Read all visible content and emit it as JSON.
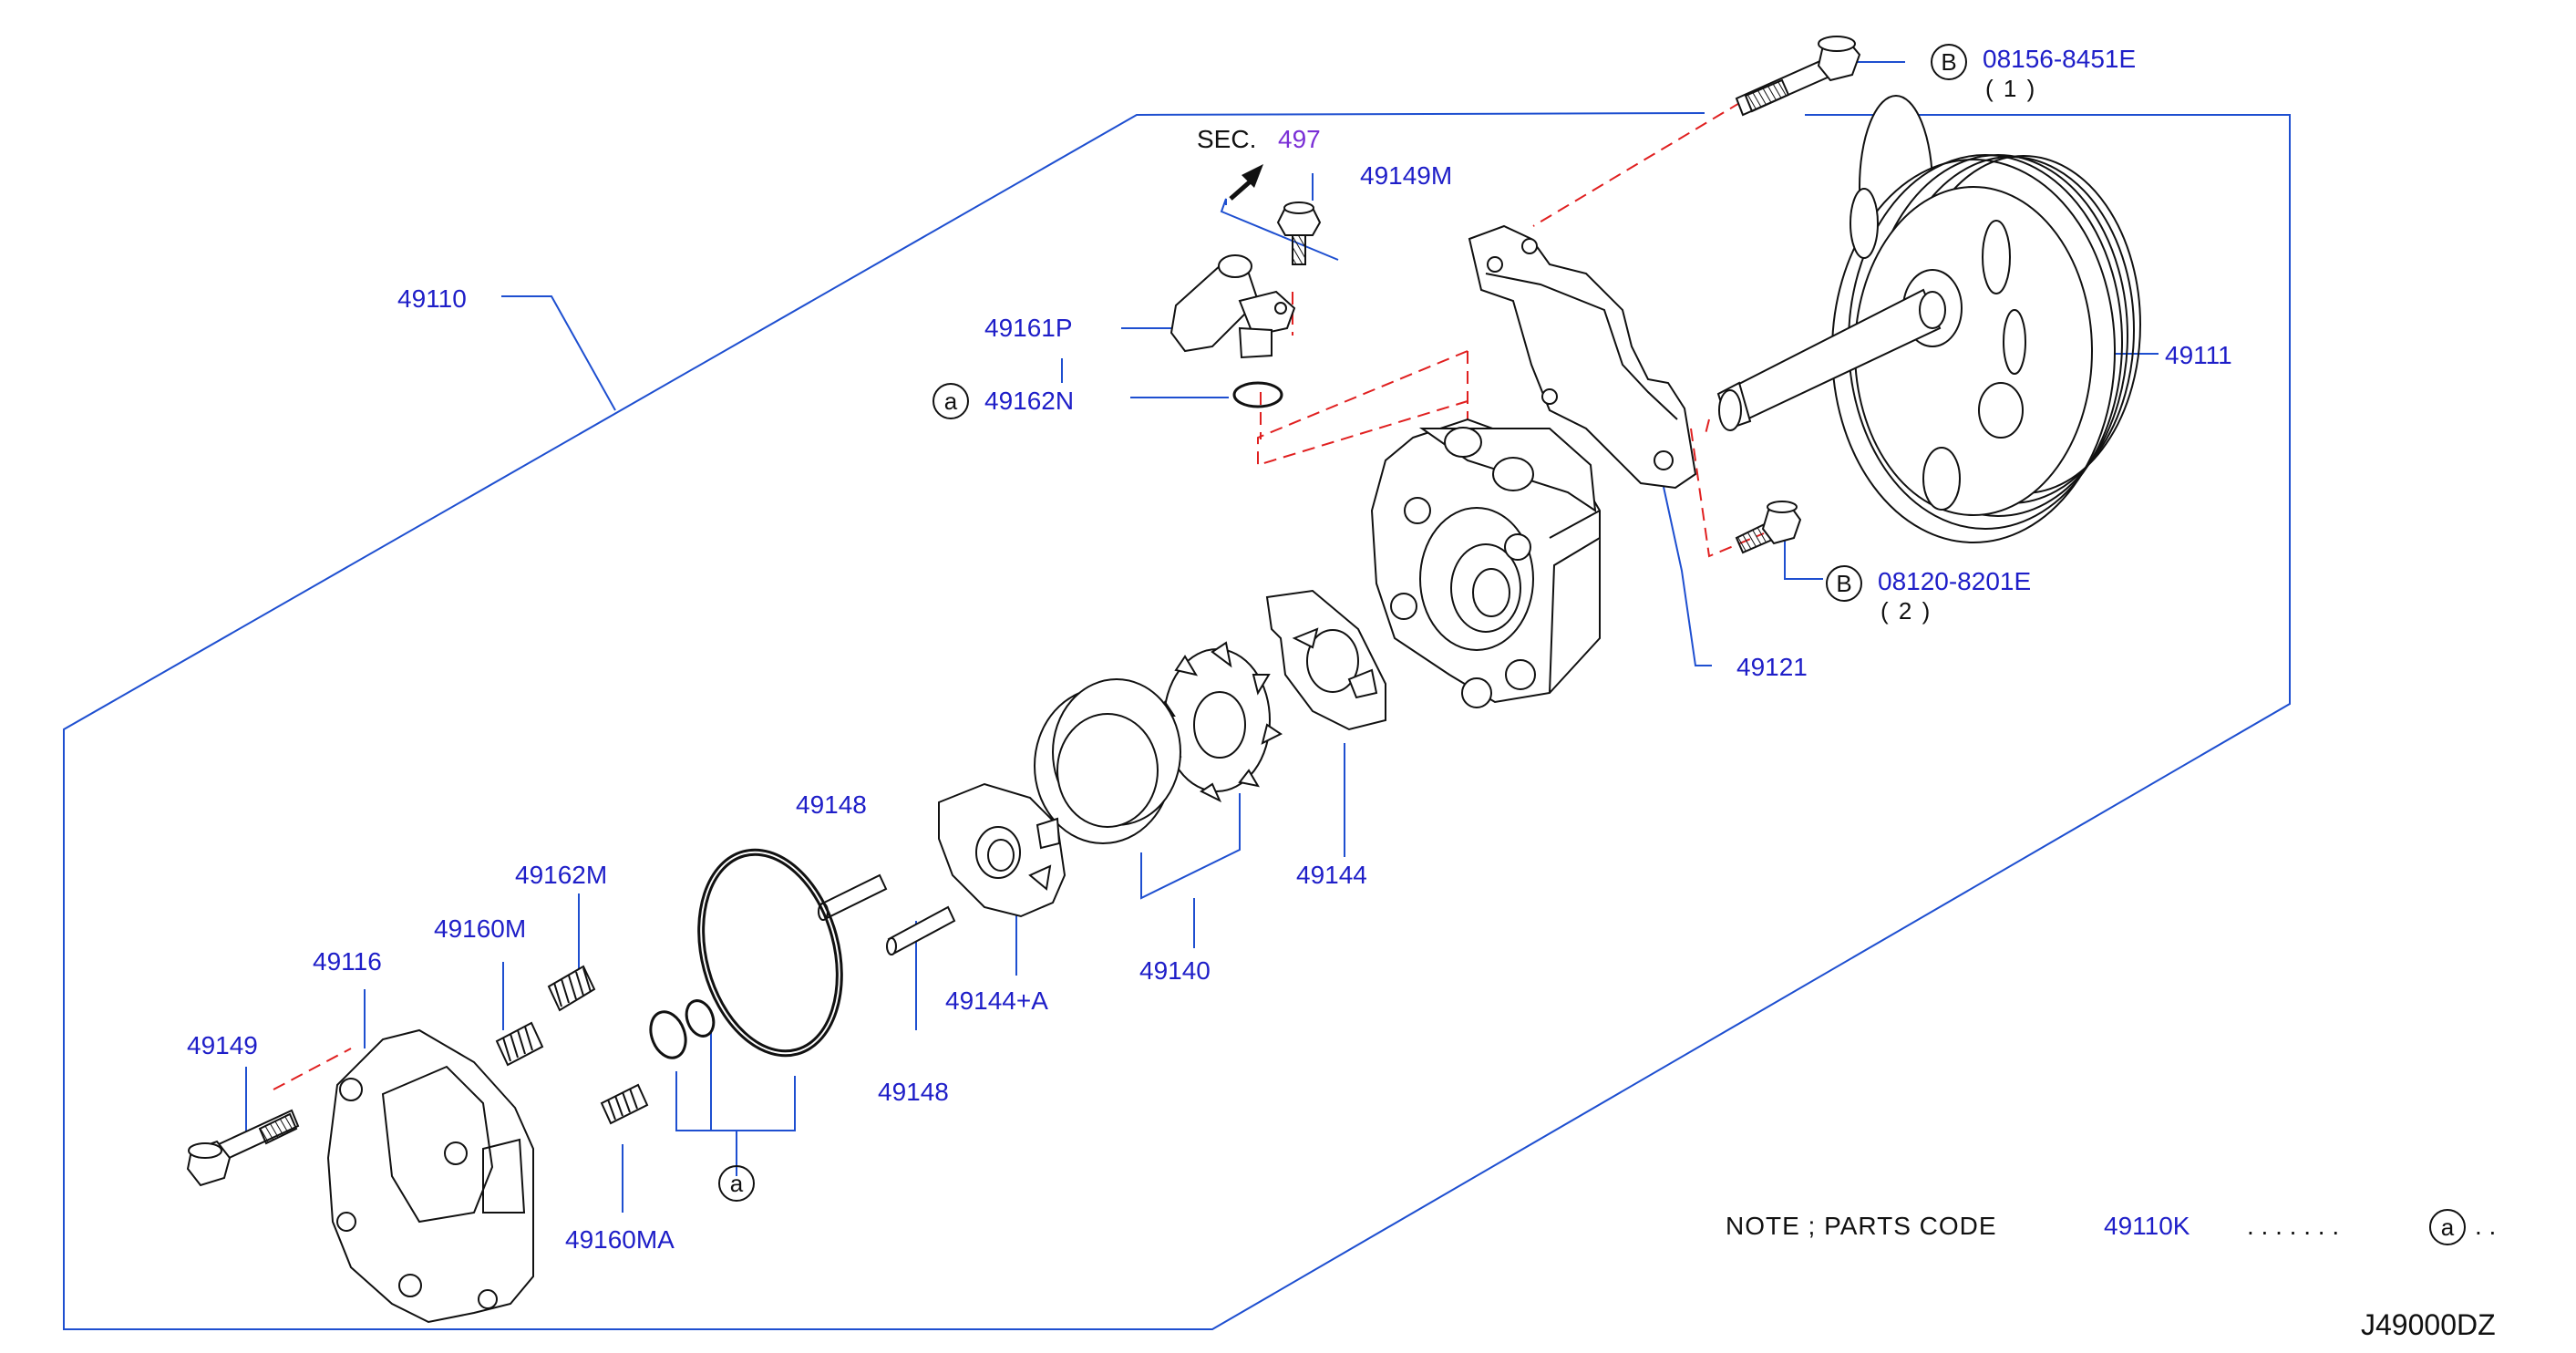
{
  "diagram_code": "J49000DZ",
  "section_ref": {
    "prefix": "SEC.",
    "number": "497"
  },
  "parts": {
    "p49110": "49110",
    "p49111": "49111",
    "p49121": "49121",
    "p49140": "49140",
    "p49144": "49144",
    "p49144a": "49144+A",
    "p49148_top": "49148",
    "p49148_bottom": "49148",
    "p49149": "49149",
    "p49149m": "49149M",
    "p49116": "49116",
    "p49160m": "49160M",
    "p49160ma": "49160MA",
    "p49161p": "49161P",
    "p49162n": "49162N",
    "p49162m": "49162M"
  },
  "bolts": {
    "top": {
      "marker": "B",
      "code": "08156-8451E",
      "qty": "( 1 )"
    },
    "mid": {
      "marker": "B",
      "code": "08120-8201E",
      "qty": "( 2 )"
    }
  },
  "markers": {
    "a1": "a",
    "a2": "a",
    "a_note": "a"
  },
  "note": {
    "label": "NOTE ; PARTS CODE",
    "code": "49110K",
    "dots_left": ". . . . . . .",
    "dots_right": ". ."
  },
  "colors": {
    "part_label": "#1e1ec8",
    "section_label": "#7a2fd6",
    "leader_line": "#1e4fd0",
    "hidden_line": "#e02020",
    "drawing": "#111111"
  }
}
